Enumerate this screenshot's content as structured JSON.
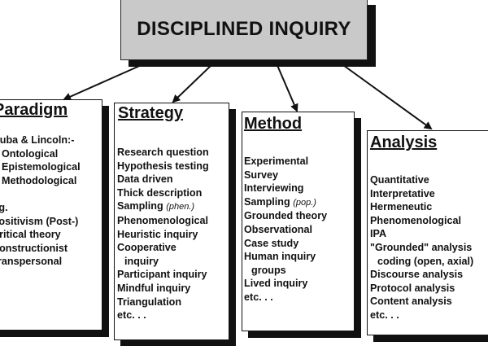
{
  "title": "DISCIPLINED INQUIRY",
  "boxes": {
    "paradigm": {
      "heading": "Paradigm",
      "items": [
        "Guba & Lincoln:-",
        "Ontological",
        "Epistemological",
        "Methodological",
        "",
        "Eg.",
        "Positivism (Post-)",
        "Critical theory",
        "Constructionist",
        "Transpersonal"
      ]
    },
    "strategy": {
      "heading": "Strategy",
      "items": [
        "Research question",
        "Hypothesis testing",
        "Data driven",
        "Thick description",
        "Sampling",
        "(phen.)",
        "Phenomenological",
        "Heuristic inquiry",
        "Cooperative",
        "inquiry",
        "Participant inquiry",
        "Mindful inquiry",
        "Triangulation",
        "etc. . ."
      ]
    },
    "method": {
      "heading": "Method",
      "items": [
        "Experimental",
        "Survey",
        "Interviewing",
        "Sampling",
        "(pop.)",
        "Grounded theory",
        "Observational",
        "Case study",
        "Human inquiry",
        "groups",
        "Lived inquiry",
        "etc. . ."
      ]
    },
    "analysis": {
      "heading": "Analysis",
      "items": [
        "Quantitative",
        "Interpretative",
        "Hermeneutic",
        "Phenomenological",
        "IPA",
        "\"Grounded\" analysis",
        "coding (open, axial)",
        "Discourse analysis",
        "Protocol analysis",
        "Content analysis",
        "etc. . ."
      ]
    }
  }
}
